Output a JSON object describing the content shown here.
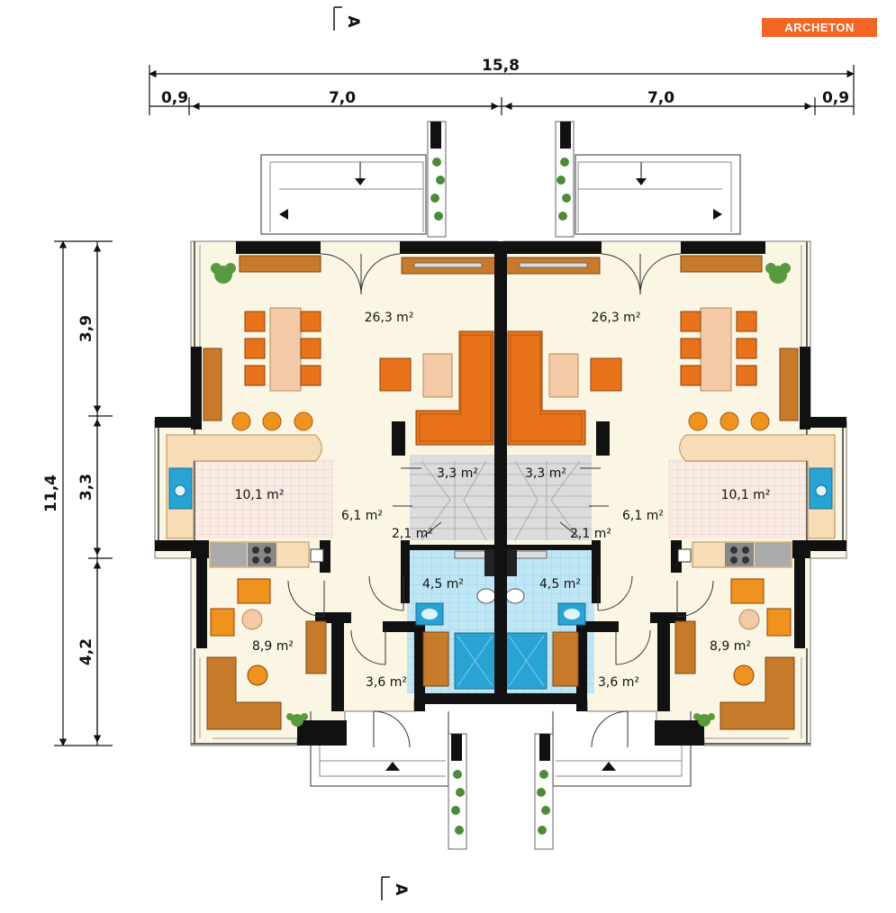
{
  "brand": {
    "logo_text": "ARCHETON"
  },
  "section_marks": {
    "top": "A",
    "bottom": "A"
  },
  "dimensions": {
    "horizontal": {
      "total": "15,8",
      "left_edge": "0,9",
      "left_half": "7,0",
      "right_half": "7,0",
      "right_edge": "0,9"
    },
    "vertical": {
      "total": "11,4",
      "top": "3,9",
      "middle": "3,3",
      "bottom": "4,2"
    }
  },
  "rooms": {
    "left": {
      "living": "26,3 m²",
      "kitchen": "10,1 m²",
      "stair": "3,3 m²",
      "hall": "6,1 m²",
      "storage": "2,1 m²",
      "bath": "4,5 m²",
      "room": "8,9 m²",
      "entry": "3,6 m²"
    },
    "right": {
      "living": "26,3 m²",
      "kitchen": "10,1 m²",
      "stair": "3,3 m²",
      "hall": "6,1 m²",
      "storage": "2,1 m²",
      "bath": "4,5 m²",
      "room": "8,9 m²",
      "entry": "3,6 m²"
    }
  },
  "colors": {
    "wall": "#111111",
    "floor": "#fbf6e4",
    "tile_kitchen": "#f9ece4",
    "tile_bath": "#bfe6f5",
    "stair": "#dddddd",
    "sofa": "#e8731a",
    "wood": "#c77b2a",
    "table": "#f4c9a8",
    "fixture": "#29a3d4"
  }
}
